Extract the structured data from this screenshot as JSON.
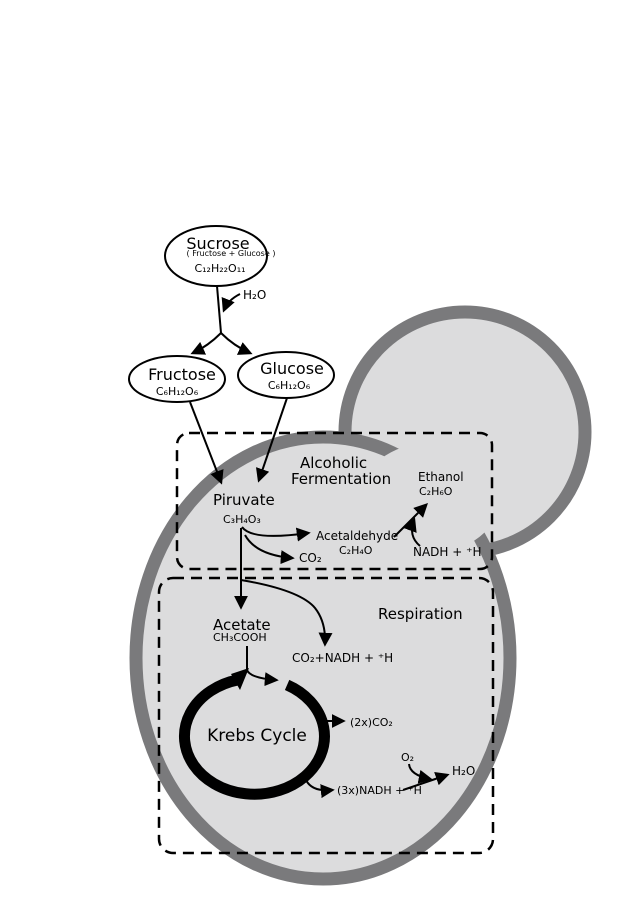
{
  "sucrose": {
    "name": "Sucrose",
    "note": "( Fructose + Glucose )",
    "formula": "C₁₂H₂₂O₁₁"
  },
  "water_in": "H₂O",
  "fructose": {
    "name": "Fructose",
    "formula": "C₆H₁₂O₆"
  },
  "glucose": {
    "name": "Glucose",
    "formula": "C₆H₁₂O₆"
  },
  "fermentation": {
    "title_line1": "Alcoholic",
    "title_line2": "Fermentation",
    "ethanol_name": "Ethanol",
    "ethanol_formula": "C₂H₆O",
    "acetaldehyde_name": "Acetaldehyde",
    "acetaldehyde_formula": "C₂H₄O",
    "nadh": "NADH + ⁺H",
    "co2": "CO₂"
  },
  "pyruvate": {
    "name": "Piruvate",
    "formula": "C₃H₄O₃"
  },
  "respiration": {
    "title": "Respiration",
    "acetate_name": "Acetate",
    "acetate_formula": "CH₃COOH",
    "co2_nadh": "CO₂+NADH + ⁺H",
    "krebs": "Krebs Cycle",
    "co2_out": "(2x)CO₂",
    "nadh_out": "(3x)NADH + ⁺H",
    "o2": "O₂",
    "h2o": "H₂O"
  }
}
